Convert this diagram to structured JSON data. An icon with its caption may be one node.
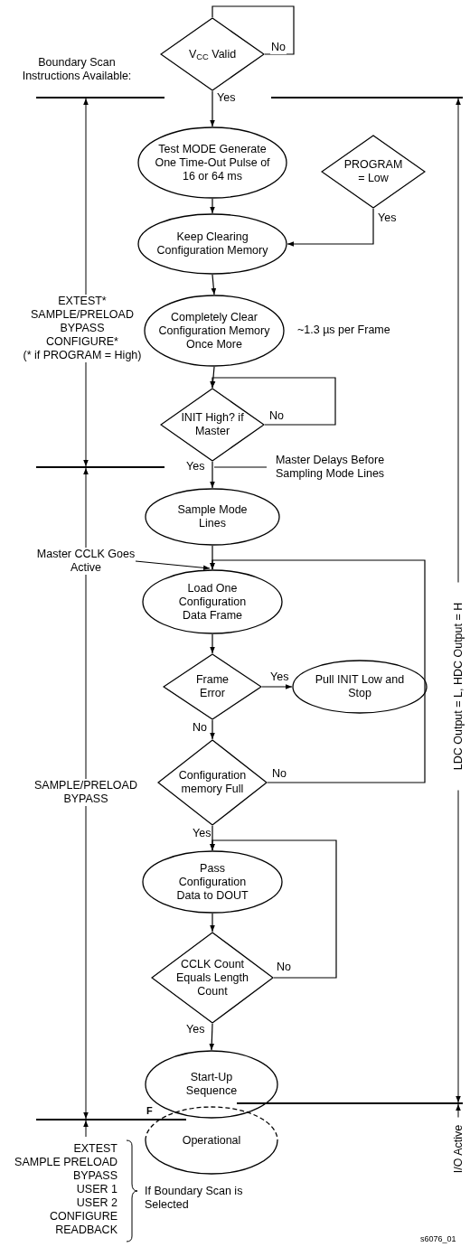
{
  "diagram": {
    "nodes": [
      {
        "text": [
          "V$_{CC}$ Valid"
        ]
      },
      {
        "text": [
          "Test MODE Generate One Time-Out Pulse of 16 or 64 ms"
        ]
      },
      {
        "text": [
          "PROGRAM = Low"
        ]
      },
      {
        "text": [
          "Keep Clearing Configuration Memory"
        ]
      },
      {
        "text": [
          "Completely Clear Configuration Memory Once More"
        ],
        "beside": [
          "~1.3 µs per Frame"
        ]
      },
      {
        "text": [
          "INIT High? if Master"
        ]
      },
      {
        "text": [
          "Sample Mode Lines"
        ]
      },
      {
        "text": [
          "Load One Configuration Data Frame"
        ]
      },
      {
        "text": [
          "Frame Error"
        ]
      },
      {
        "text": [
          "Pull INIT Low and Stop"
        ]
      },
      {
        "text": [
          "Configuration memory Full"
        ]
      },
      {
        "text": [
          "Pass Configuration Data to DOUT"
        ]
      },
      {
        "text": [
          "CCLK Count Equals Length Count"
        ]
      },
      {
        "text": [
          "Start-Up Sequence"
        ]
      },
      {
        "text": [
          "Operational"
        ]
      },
      {
        "text": [
          "Master CCLK Goes Active"
        ]
      },
      {
        "text": [
          "Master Delays Before Sampling Mode Lines"
        ]
      }
    ],
    "edges": [
      {
        "from": 0,
        "to": 0,
        "arrow": "none",
        "label": "No"
      },
      {
        "from": 0,
        "to": 1,
        "arrow": "to",
        "label": "Yes"
      },
      {
        "from": 1,
        "to": 3,
        "arrow": "to"
      },
      {
        "from": 2,
        "to": 3,
        "arrow": "to",
        "label": "Yes"
      },
      {
        "from": 3,
        "to": 4,
        "arrow": "to"
      },
      {
        "from": 4,
        "to": 5,
        "arrow": "to"
      },
      {
        "from": 5,
        "to": 5,
        "arrow": "to",
        "label": "No"
      },
      {
        "from": 5,
        "to": 6,
        "arrow": "to",
        "label": "Yes"
      },
      {
        "from": 6,
        "to": 7,
        "arrow": "to"
      },
      {
        "from": 7,
        "to": 8,
        "arrow": "to"
      },
      {
        "from": 8,
        "to": 9,
        "arrow": "to",
        "label": "Yes"
      },
      {
        "from": 8,
        "to": 10,
        "arrow": "to",
        "label": "No"
      },
      {
        "from": 10,
        "to": 7,
        "arrow": "to",
        "label": "No"
      },
      {
        "from": 10,
        "to": 11,
        "arrow": "to",
        "label": "Yes"
      },
      {
        "from": 11,
        "to": 12,
        "arrow": "to"
      },
      {
        "from": 12,
        "to": 11,
        "arrow": "to",
        "label": "No"
      },
      {
        "from": 12,
        "to": 13,
        "arrow": "to",
        "label": "Yes"
      },
      {
        "from": 15,
        "to": 7,
        "arrow": "to"
      },
      {
        "from": 16,
        "to": 5,
        "arrow": "none"
      }
    ],
    "labels": [
      "Boundary Scan Instructions Available:",
      "EXTEST*",
      "SAMPLE/PRELOAD",
      "BYPASS",
      "CONFIGURE*",
      "(* if PROGRAM = High)",
      "SAMPLE/PRELOAD",
      "BYPASS",
      "F",
      "EXTEST",
      "SAMPLE PRELOAD",
      "BYPASS",
      "USER 1",
      "USER 2",
      "CONFIGURE",
      "READBACK",
      "If Boundary Scan is Selected",
      "LDC Output = L, HDC Output = H",
      "I/O Active",
      "s6076_01"
    ]
  }
}
